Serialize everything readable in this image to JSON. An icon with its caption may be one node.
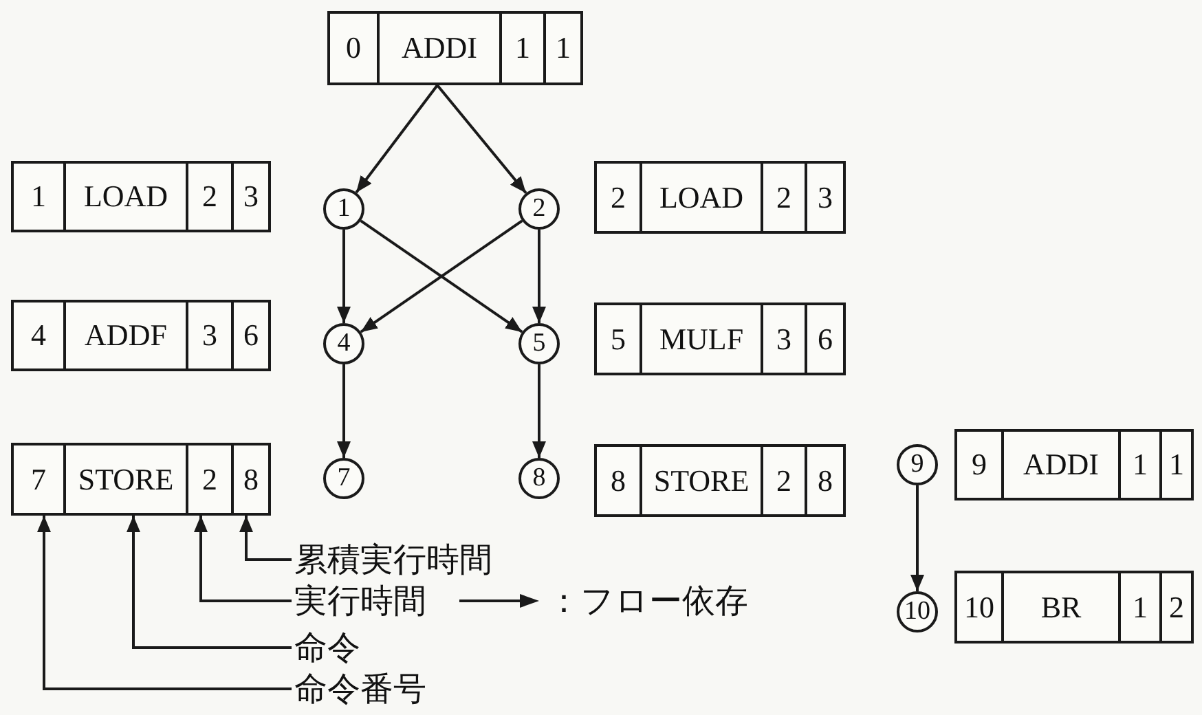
{
  "diagram": {
    "nodes": [
      {
        "text": [
          "0",
          "ADDI",
          "1",
          "1"
        ]
      },
      {
        "text": [
          "1",
          "LOAD",
          "2",
          "3"
        ]
      },
      {
        "text": [
          "1"
        ]
      },
      {
        "text": [
          "2"
        ]
      },
      {
        "text": [
          "2",
          "LOAD",
          "2",
          "3"
        ]
      },
      {
        "text": [
          "4",
          "ADDF",
          "3",
          "6"
        ]
      },
      {
        "text": [
          "4"
        ]
      },
      {
        "text": [
          "5"
        ]
      },
      {
        "text": [
          "5",
          "MULF",
          "3",
          "6"
        ]
      },
      {
        "text": [
          "7",
          "STORE",
          "2",
          "8"
        ]
      },
      {
        "text": [
          "7"
        ]
      },
      {
        "text": [
          "8"
        ]
      },
      {
        "text": [
          "8",
          "STORE",
          "2",
          "8"
        ]
      },
      {
        "text": [
          "9"
        ]
      },
      {
        "text": [
          "9",
          "ADDI",
          "1",
          "1"
        ]
      },
      {
        "text": [
          "累積実行時間"
        ]
      },
      {
        "text": [
          "実行時間"
        ]
      },
      {
        "text": [
          "10"
        ]
      },
      {
        "text": [
          "10",
          "BR",
          "1",
          "2"
        ]
      },
      {
        "text": [
          "命令"
        ]
      },
      {
        "text": [
          "命令番号"
        ]
      }
    ],
    "edges": [
      {
        "from": 0,
        "to": 2,
        "arrow": "to"
      },
      {
        "from": 0,
        "to": 3,
        "arrow": "to"
      },
      {
        "from": 2,
        "to": 6,
        "arrow": "to"
      },
      {
        "from": 2,
        "to": 7,
        "arrow": "to"
      },
      {
        "from": 3,
        "to": 6,
        "arrow": "to"
      },
      {
        "from": 3,
        "to": 7,
        "arrow": "to"
      },
      {
        "from": 6,
        "to": 10,
        "arrow": "to"
      },
      {
        "from": 7,
        "to": 11,
        "arrow": "to"
      },
      {
        "from": 13,
        "to": 17,
        "arrow": "to"
      },
      {
        "from": 15,
        "to": 9,
        "arrow": "to"
      },
      {
        "from": 16,
        "to": 9,
        "arrow": "to"
      },
      {
        "from": 19,
        "to": 9,
        "arrow": "to"
      },
      {
        "from": 20,
        "to": 9,
        "arrow": "to"
      }
    ],
    "legend": [
      {
        "text": "：フロー依存"
      }
    ]
  }
}
